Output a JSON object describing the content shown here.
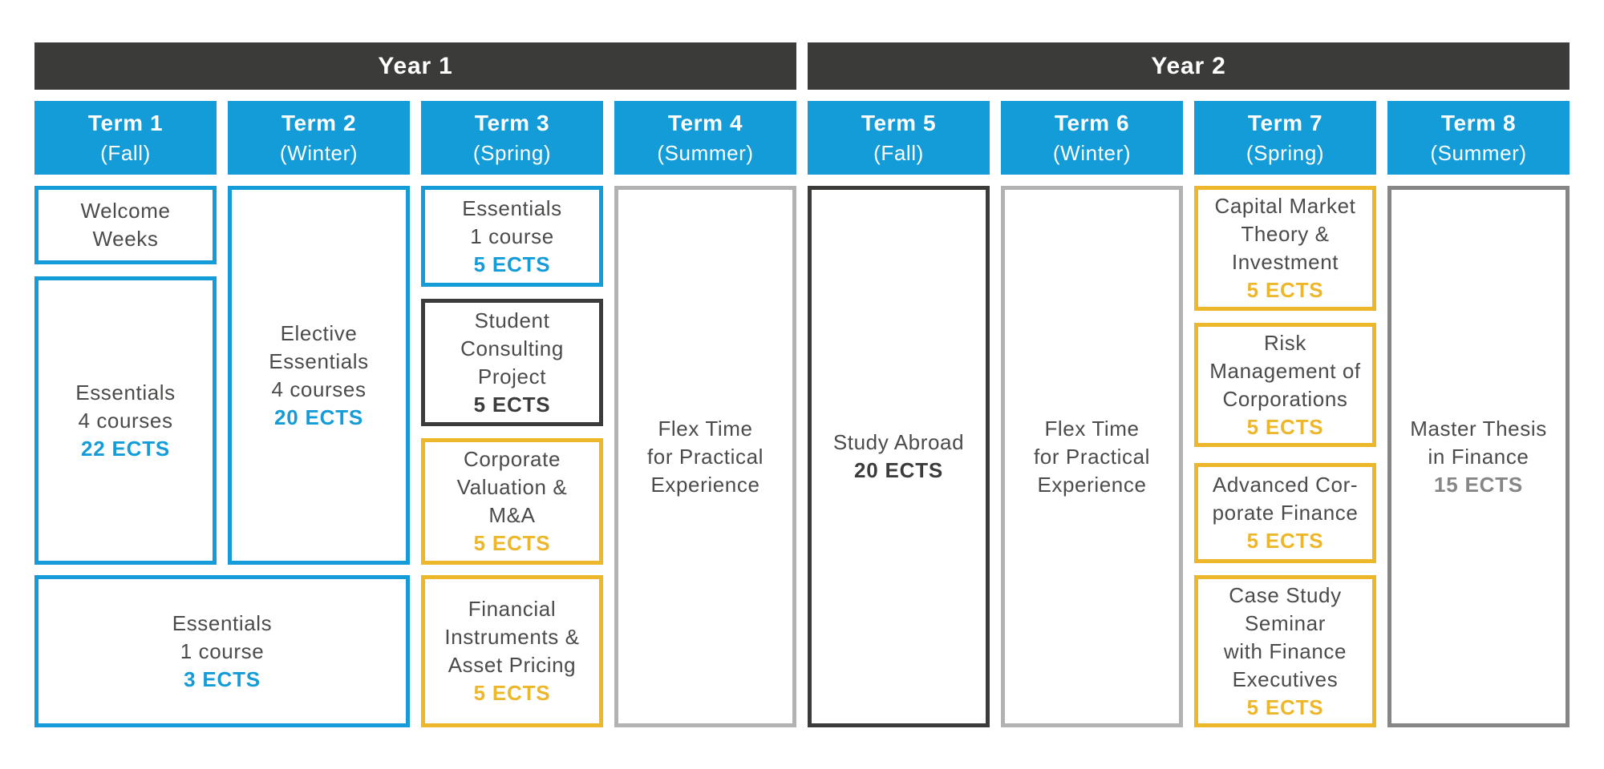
{
  "colors": {
    "blue": "#149cd9",
    "dark": "#3b3b3a",
    "yellow": "#edb72b",
    "gray_light": "#b2b2b2",
    "gray_mid": "#868686",
    "text": "#4b4b4a"
  },
  "years": [
    {
      "label": "Year 1"
    },
    {
      "label": "Year 2"
    }
  ],
  "terms": [
    {
      "name": "Term 1",
      "season": "(Fall)"
    },
    {
      "name": "Term 2",
      "season": "(Winter)"
    },
    {
      "name": "Term 3",
      "season": "(Spring)"
    },
    {
      "name": "Term 4",
      "season": "(Summer)"
    },
    {
      "name": "Term 5",
      "season": "(Fall)"
    },
    {
      "name": "Term 6",
      "season": "(Winter)"
    },
    {
      "name": "Term 7",
      "season": "(Spring)"
    },
    {
      "name": "Term 8",
      "season": "(Summer)"
    }
  ],
  "boxes": {
    "welcome_weeks": {
      "title": "Welcome\nWeeks",
      "ects": ""
    },
    "essentials_4_courses": {
      "title": "Essentials\n4 courses",
      "ects": "22 ECTS"
    },
    "elective_essentials": {
      "title": "Elective\nEssentials\n4 courses",
      "ects": "20 ECTS"
    },
    "essentials_1_course_t1t2": {
      "title": "Essentials\n1 course",
      "ects": "3 ECTS"
    },
    "essentials_1_course_t3": {
      "title": "Essentials\n1 course",
      "ects": "5 ECTS"
    },
    "student_consulting": {
      "title": "Student\nConsulting\nProject",
      "ects": "5 ECTS"
    },
    "corporate_valuation": {
      "title": "Corporate\nValuation &\nM&A",
      "ects": "5 ECTS"
    },
    "financial_instruments": {
      "title": "Financial\nInstruments &\nAsset Pricing",
      "ects": "5 ECTS"
    },
    "flex_time_t4": {
      "title": "Flex Time\nfor Practical\nExperience",
      "ects": ""
    },
    "study_abroad": {
      "title": "Study Abroad",
      "ects": "20 ECTS"
    },
    "flex_time_t6": {
      "title": "Flex Time\nfor Practical\nExperience",
      "ects": ""
    },
    "capital_market": {
      "title": "Capital Market\nTheory &\nInvestment",
      "ects": "5 ECTS"
    },
    "risk_management": {
      "title": "Risk\nManagement of\nCorporations",
      "ects": "5 ECTS"
    },
    "advanced_corporate": {
      "title": "Advanced Cor-\nporate Finance",
      "ects": "5 ECTS"
    },
    "case_study_seminar": {
      "title": "Case Study\nSeminar\nwith Finance\nExecutives",
      "ects": "5 ECTS"
    },
    "master_thesis": {
      "title": "Master Thesis\nin Finance",
      "ects": "15 ECTS"
    }
  }
}
